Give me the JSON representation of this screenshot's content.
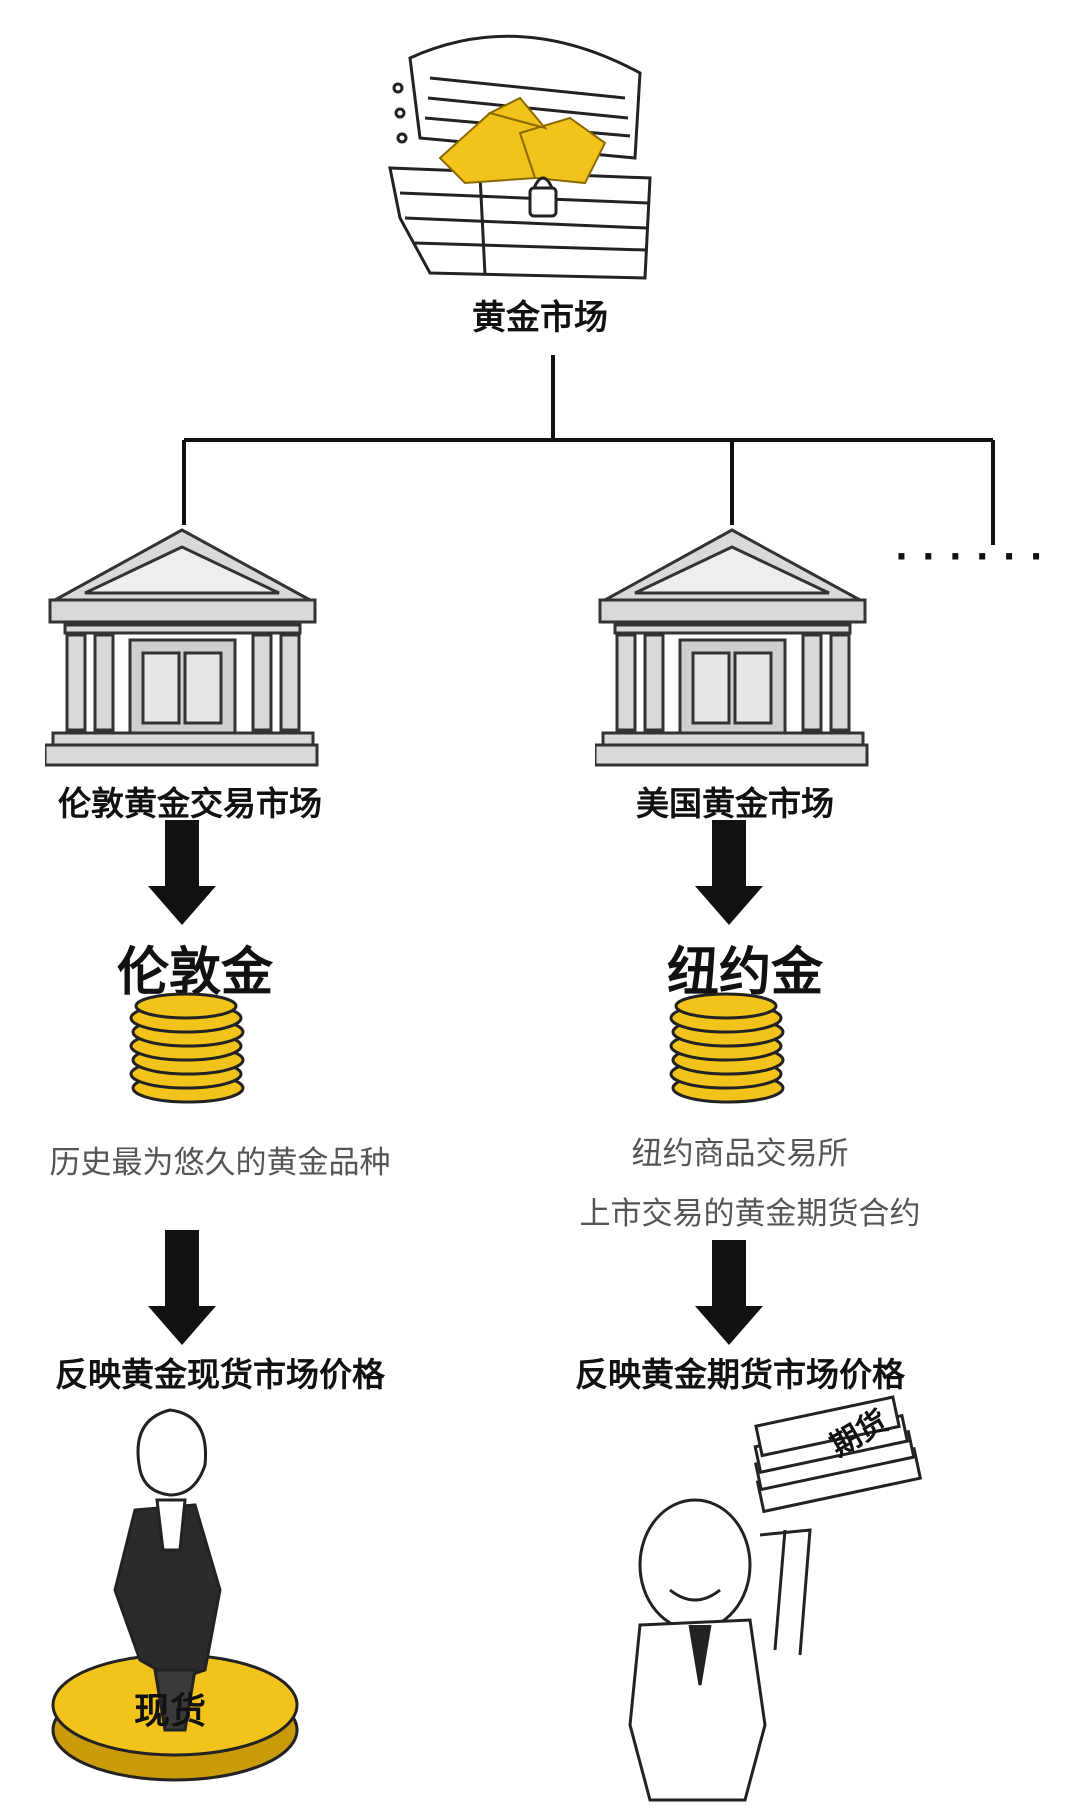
{
  "root": {
    "label": "黄金市场"
  },
  "markets": [
    {
      "name": "伦敦黄金交易市场",
      "product": "伦敦金",
      "description": [
        "历史最为悠久的黄金品种"
      ],
      "reflects": "反映黄金现货市场价格",
      "badge": "现货"
    },
    {
      "name": "美国黄金市场",
      "product": "纽约金",
      "description": [
        "纽约商品交易所",
        "上市交易的黄金期货合约"
      ],
      "reflects": "反映黄金期货市场价格",
      "badge": "期货"
    }
  ],
  "more_marker": "······",
  "colors": {
    "gold": "#f2c41b",
    "gold_dark": "#c99a0a",
    "ink": "#111111",
    "gray": "#d6d6d6"
  }
}
